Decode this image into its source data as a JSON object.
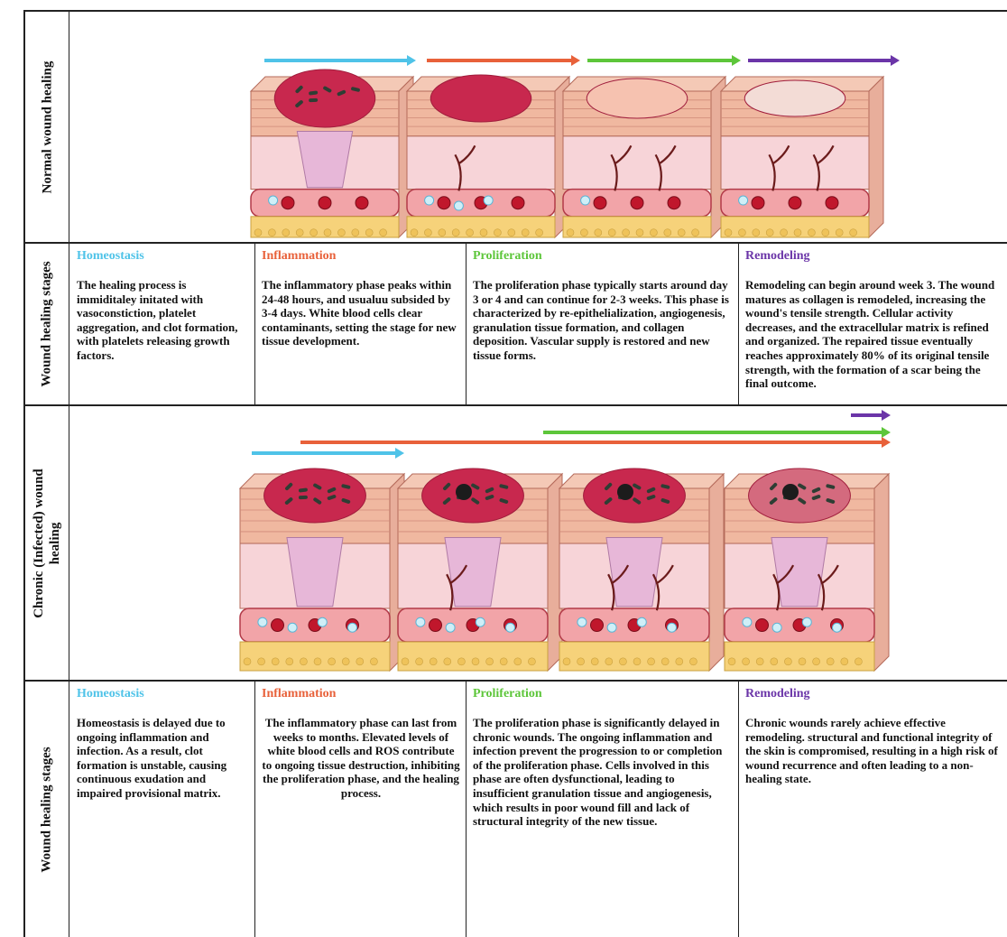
{
  "colors": {
    "homeostasis": "#4FC3E8",
    "inflammation": "#E8613A",
    "proliferation": "#5DC63A",
    "remodeling": "#6B35A8",
    "wound": "#C8284E",
    "skin": "#F2C5B0"
  },
  "rows": {
    "normal_label": "Normal wound healing",
    "stages_label_1": "Wound healing stages",
    "chronic_label_line1": "Chronic (Infected) wound",
    "chronic_label_line2": "healing",
    "stages_label_2": "Wound healing stages"
  },
  "normal_stages": [
    {
      "title": "Homeostasis",
      "text": "The healing process is immiditaley initated with vasoconstiction, platelet aggregation, and clot formation, with platelets releasing growth factors."
    },
    {
      "title": "Inflammation",
      "text": "The inflammatory phase peaks within 24-48 hours, and usualuu subsided by 3-4 days. White blood cells clear contaminants, setting the stage for new tissue development."
    },
    {
      "title": "Proliferation",
      "text": "The proliferation phase typically starts around day 3 or 4  and can continue for 2-3 weeks. This phase is characterized by re-epithelialization, angiogenesis, granulation tissue formation, and collagen deposition. Vascular supply is restored and new tissue forms."
    },
    {
      "title": "Remodeling",
      "text": "Remodeling can begin around week 3. The wound matures as collagen is remodeled, increasing the wound's tensile strength. Cellular activity decreases, and the extracellular matrix is refined and organized. The repaired tissue eventually reaches approximately 80% of its original tensile strength, with the formation of a scar being the final outcome."
    }
  ],
  "chronic_stages": [
    {
      "title": "Homeostasis",
      "text": "Homeostasis is delayed due to ongoing inflammation and infection. As a result, clot formation is unstable, causing continuous exudation and impaired provisional matrix."
    },
    {
      "title": "Inflammation",
      "text": "The inflammatory phase can last from weeks to months. Elevated levels of white blood cells and ROS contribute to ongoing tissue destruction, inhibiting the proliferation phase, and the healing process."
    },
    {
      "title": "Proliferation",
      "text": "The proliferation phase is significantly delayed in chronic wounds. The ongoing inflammation and infection prevent the progression to or completion of the proliferation phase. Cells involved in this phase are often dysfunctional, leading to insufficient granulation tissue and angiogenesis, which results in poor wound fill and lack of structural integrity of the new tissue."
    },
    {
      "title": "Remodeling",
      "text": "Chronic wounds rarely achieve effective remodeling. structural and functional integrity of the skin is compromised, resulting in a high risk of wound recurrence and often leading to a non-healing state."
    }
  ]
}
